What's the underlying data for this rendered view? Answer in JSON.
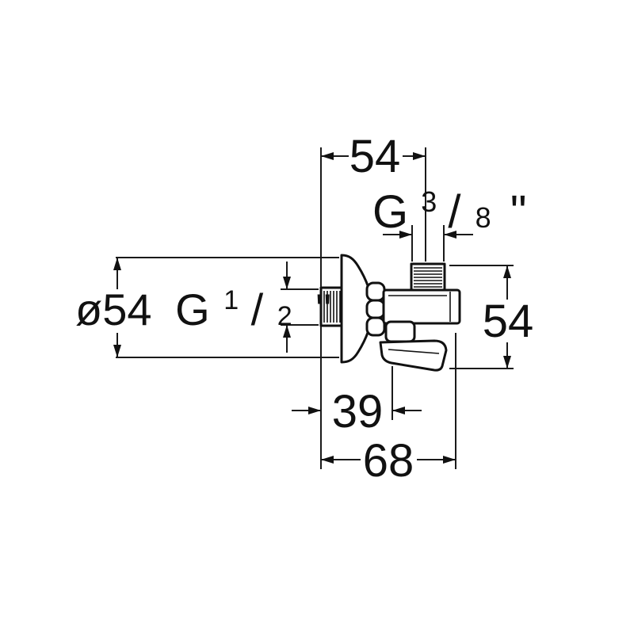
{
  "dimensions": {
    "outlet_offset": {
      "value": "54"
    },
    "outlet_thread": {
      "letter": "G",
      "numerator": "3",
      "slash": "/",
      "denominator": "8",
      "inch": "\""
    },
    "inlet": {
      "diameter": "ø54",
      "letter": "G",
      "numerator": "1",
      "slash": "/",
      "denominator": "2",
      "inch": "\""
    },
    "height": {
      "value": "54"
    },
    "handle_depth": {
      "value": "39"
    },
    "overall_depth": {
      "value": "68"
    }
  }
}
